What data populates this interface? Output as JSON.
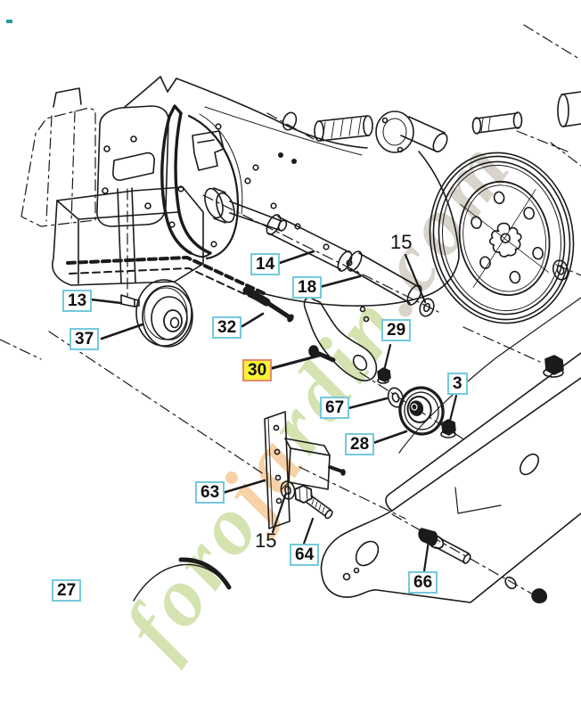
{
  "page": {
    "kind": "exploded-parts-diagram",
    "background": "#ffffff"
  },
  "watermark": {
    "text": "forojardin.com",
    "segments": [
      {
        "text": "foro",
        "color": "#cadd9d"
      },
      {
        "text": "ja",
        "color": "#f6c794"
      },
      {
        "text": "rdin",
        "color": "#cadd9d"
      },
      {
        "text": ".com",
        "color": "#cfc9bf"
      }
    ]
  },
  "diagram": {
    "line_color": "#1b1b1b",
    "label_box_border": "#74c9dc",
    "highlight": {
      "background": "#f8f335",
      "border": "#e8896b"
    },
    "highlighted_part": "30",
    "labels": [
      {
        "part": "13",
        "style": "boxed"
      },
      {
        "part": "37",
        "style": "boxed"
      },
      {
        "part": "14",
        "style": "boxed"
      },
      {
        "part": "32",
        "style": "boxed"
      },
      {
        "part": "18",
        "style": "boxed"
      },
      {
        "part": "15",
        "style": "plain"
      },
      {
        "part": "29",
        "style": "boxed"
      },
      {
        "part": "30",
        "style": "highlighted"
      },
      {
        "part": "67",
        "style": "boxed"
      },
      {
        "part": "28",
        "style": "boxed"
      },
      {
        "part": "3",
        "style": "boxed"
      },
      {
        "part": "63",
        "style": "boxed"
      },
      {
        "part": "15",
        "style": "plain"
      },
      {
        "part": "64",
        "style": "boxed"
      },
      {
        "part": "66",
        "style": "boxed"
      },
      {
        "part": "27",
        "style": "boxed"
      }
    ]
  }
}
